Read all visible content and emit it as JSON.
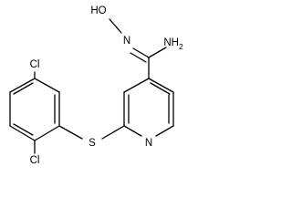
{
  "molecule": {
    "atoms": {
      "cl_top": "Cl",
      "cl_bottom": "Cl",
      "sulfur": "S",
      "ring_nitrogen": "N",
      "hydroxyl": "HO",
      "imine_nitrogen": "N",
      "amine": "NH"
    },
    "subscripts": {
      "amine": "2"
    },
    "colors": {
      "bond": "#000000",
      "label": "#000000",
      "background": "#ffffff"
    }
  }
}
